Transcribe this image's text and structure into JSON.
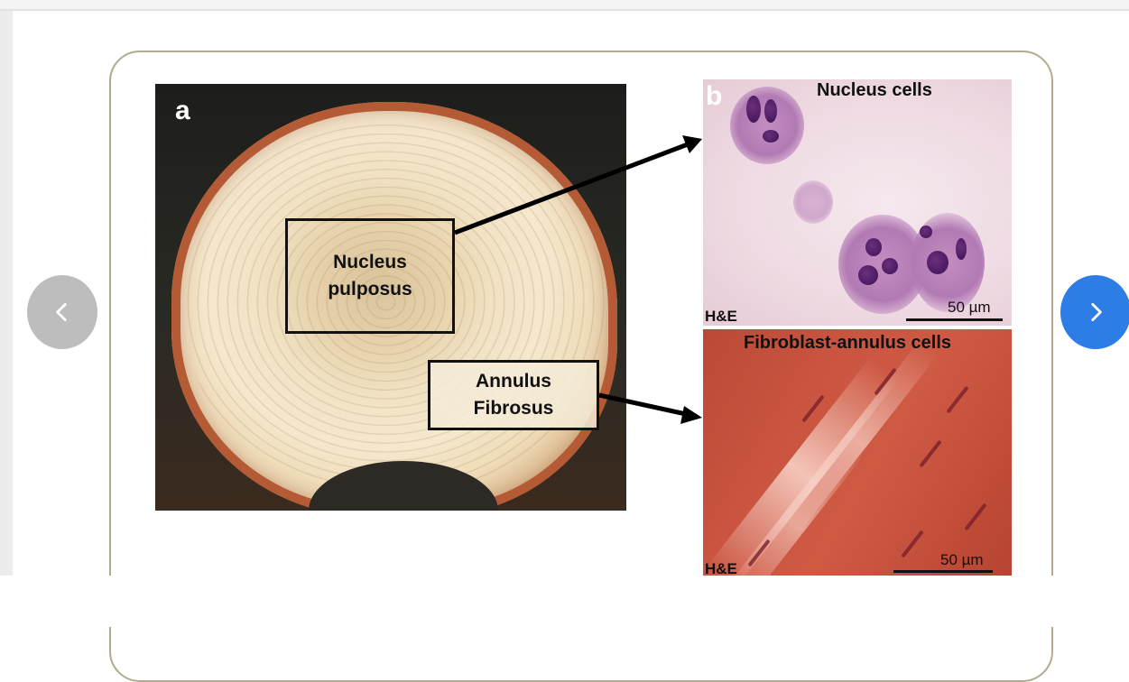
{
  "figure": {
    "panel_a": {
      "label": "a",
      "box_nucleus_text": "Nucleus\npulposus",
      "box_annulus_text": "Annulus\nFibrosus"
    },
    "panel_b_top": {
      "label": "b",
      "title": "Nucleus cells",
      "stain": "H&E",
      "scale": "50 µm"
    },
    "panel_b_bottom": {
      "title": "Fibroblast-annulus cells",
      "stain": "H&E",
      "scale": "50 µm"
    }
  },
  "carousel": {
    "prev_icon": "chevron-left-icon",
    "next_icon": "chevron-right-icon"
  },
  "colors": {
    "card_border": "#b4ab8e",
    "next_button": "#2d7de6",
    "prev_button": "#bdbdbd"
  }
}
